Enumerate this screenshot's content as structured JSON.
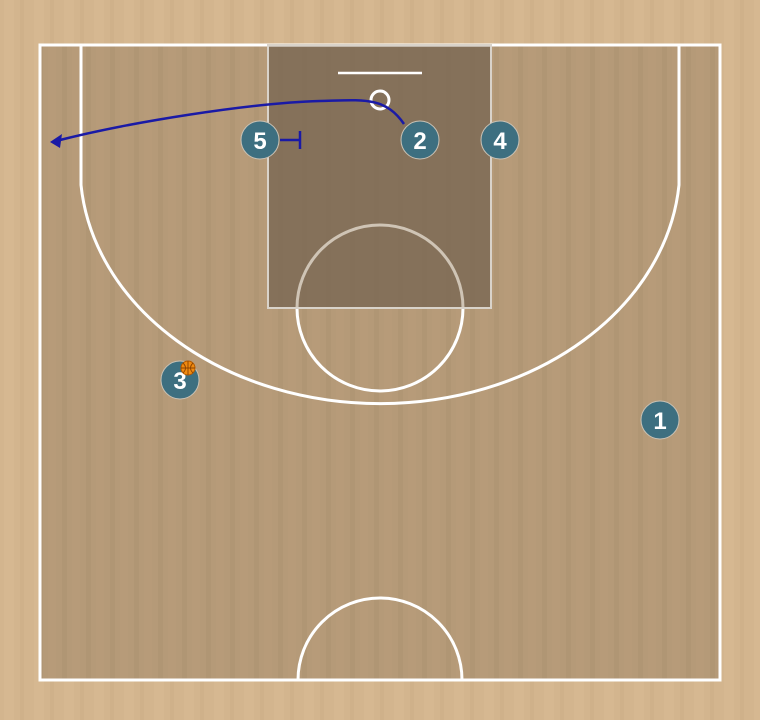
{
  "court": {
    "colors": {
      "outside": "#d3b58e",
      "floor": "#b59a78",
      "paint": "#7d6a55",
      "lines": "#ffffff",
      "player_fill": "#3d6f80",
      "action_line": "#1a1aa6",
      "ball": "#f08a10"
    }
  },
  "players": [
    {
      "id": "p1",
      "label": "1",
      "has_ball": false
    },
    {
      "id": "p2",
      "label": "2",
      "has_ball": false
    },
    {
      "id": "p3",
      "label": "3",
      "has_ball": true
    },
    {
      "id": "p4",
      "label": "4",
      "has_ball": false
    },
    {
      "id": "p5",
      "label": "5",
      "has_ball": false
    }
  ],
  "actions": [
    {
      "type": "cut",
      "player": "2",
      "marker": "arrow"
    },
    {
      "type": "screen",
      "player": "5",
      "marker": "bar"
    }
  ],
  "icons": {
    "ball": "basketball-icon",
    "hoop": "hoop-icon"
  }
}
